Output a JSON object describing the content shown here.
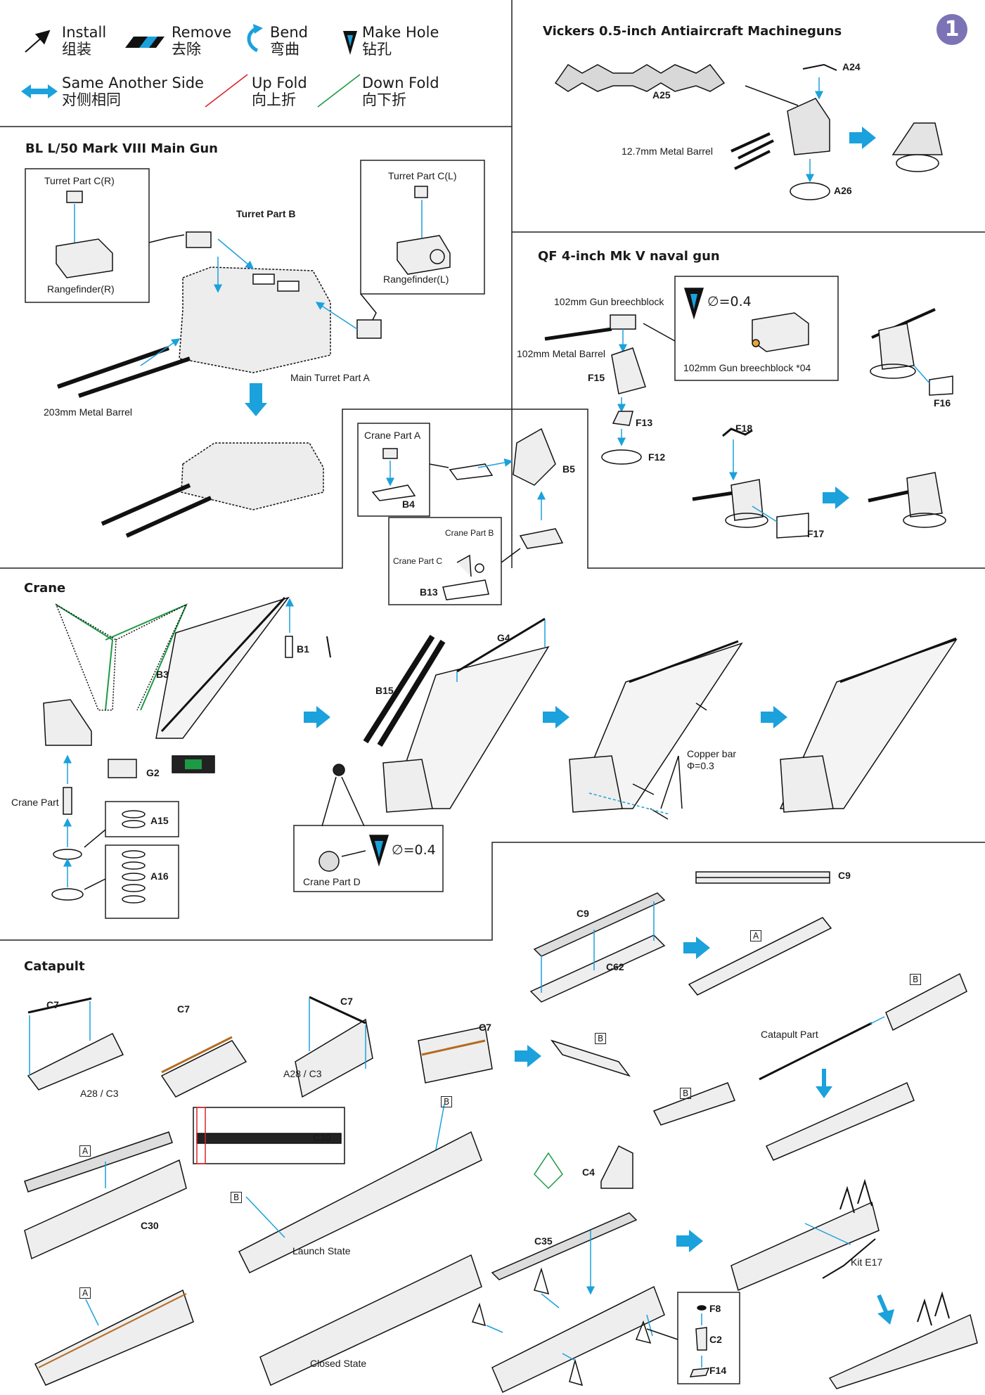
{
  "step_number": "1",
  "legend": {
    "install": {
      "en": "Install",
      "cn": "组装"
    },
    "remove": {
      "en": "Remove",
      "cn": "去除"
    },
    "bend": {
      "en": "Bend",
      "cn": "弯曲"
    },
    "make_hole": {
      "en": "Make Hole",
      "cn": "钻孔"
    },
    "same_side": {
      "en": "Same Another Side",
      "cn": "对侧相同"
    },
    "up_fold": {
      "en": "Up Fold",
      "cn": "向上折"
    },
    "down_fold": {
      "en": "Down Fold",
      "cn": "向下折"
    }
  },
  "vickers": {
    "title": "Vickers 0.5-inch Antiaircraft Machineguns",
    "a25": "A25",
    "a24": "A24",
    "a26": "A26",
    "barrel": "12.7mm  Metal Barrel"
  },
  "main_gun": {
    "title": "BL L/50 Mark VIII Main  Gun",
    "turret_c_r": "Turret Part C(R)",
    "rangefinder_r": "Rangefinder(R)",
    "turret_b": "Turret Part B",
    "turret_c_l": "Turret Part C(L)",
    "rangefinder_l": "Rangefinder(L)",
    "turret_a": "Main Turret Part A",
    "barrel": "203mm Metal Barrel"
  },
  "qf": {
    "title": "QF 4-inch Mk V naval gun",
    "breechblock": "102mm Gun breechblock",
    "barrel": "102mm Metal Barrel",
    "hole_size": "=0.4",
    "breechblock_04": "102mm Gun breechblock *04",
    "f15": "F15",
    "f13": "F13",
    "f12": "F12",
    "f16": "F16",
    "f18": "F18",
    "f17": "F17"
  },
  "crane_sub": {
    "part_a": "Crane Part A",
    "b4": "B4",
    "b5": "B5",
    "part_b": "Crane Part B",
    "part_c": "Crane Part C",
    "b13": "B13"
  },
  "crane": {
    "title": "Crane",
    "b3": "B3",
    "b1": "B1",
    "g2": "G2",
    "crane_part": "Crane Part",
    "a15": "A15",
    "a16": "A16",
    "b15": "B15",
    "g4": "G4",
    "part_d": "Crane Part D",
    "hole_size": "=0.4",
    "copper_bar": "Copper bar",
    "copper_size": "Φ=0.3"
  },
  "catapult": {
    "title": "Catapult",
    "c9_top": "C9",
    "c9": "C9",
    "c62": "C62",
    "marker_a": "A",
    "marker_b": "B",
    "c7": "C7",
    "a28_c3": "A28 / C3",
    "catapult_part": "Catapult Part",
    "c30": "C30",
    "launch_state": "Launch State",
    "closed_state": "Closed State",
    "c4": "C4",
    "c35": "C35",
    "kit_e17": "Kit E17",
    "f8": "F8",
    "c2": "C2",
    "f14": "F14"
  },
  "colors": {
    "accent_blue": "#1ba1dc",
    "step_badge": "#7b73b5",
    "up_fold": "#d9252f",
    "down_fold": "#1d9a45"
  }
}
